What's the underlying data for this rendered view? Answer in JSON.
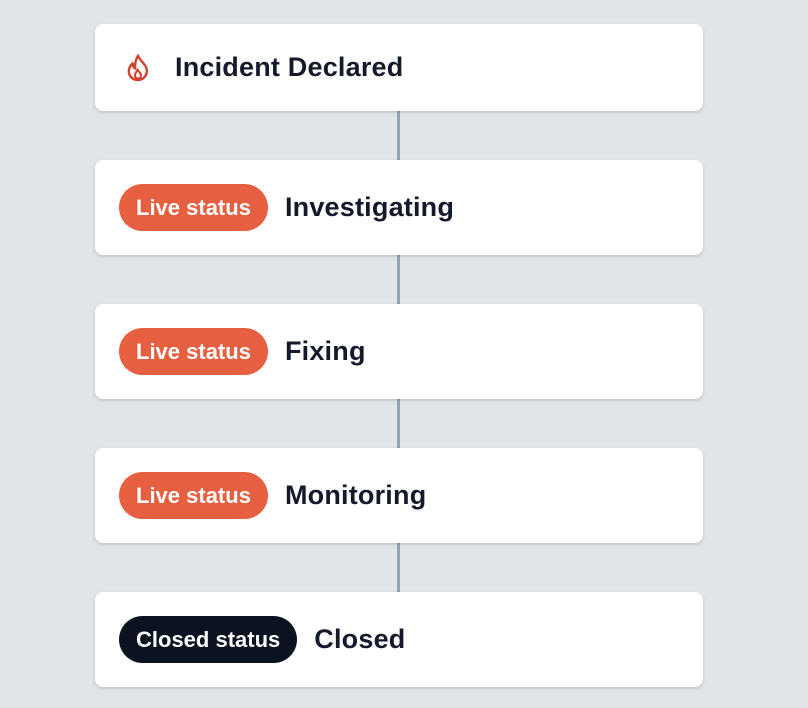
{
  "colors": {
    "background": "#e1e5ea",
    "card": "#ffffff",
    "connector": "#94a3b3",
    "live_badge": "#e55f40",
    "closed_badge": "#0b1220",
    "title_text": "#141a2b",
    "flame_icon": "#d4412f"
  },
  "header": {
    "icon": "flame-icon",
    "title": "Incident Declared"
  },
  "steps": [
    {
      "badge": "Live status",
      "badge_type": "live",
      "title": "Investigating"
    },
    {
      "badge": "Live status",
      "badge_type": "live",
      "title": "Fixing"
    },
    {
      "badge": "Live status",
      "badge_type": "live",
      "title": "Monitoring"
    },
    {
      "badge": "Closed status",
      "badge_type": "closed",
      "title": "Closed"
    }
  ]
}
